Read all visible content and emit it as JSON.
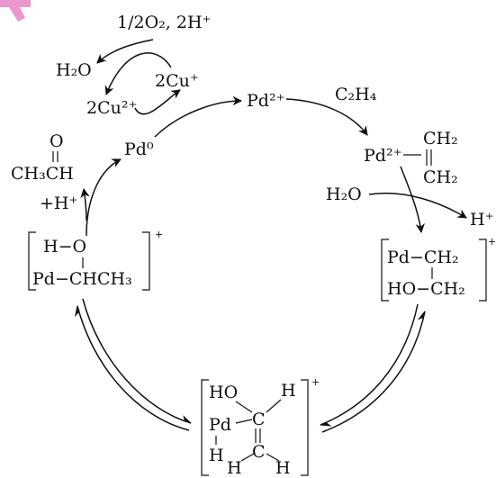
{
  "watermark": {
    "color": "#e98cc8"
  },
  "reagents": {
    "oxygen_proton": "1/2O₂, 2H⁺",
    "water_top": "H₂O",
    "cu_plus": "2Cu⁺",
    "cu_2plus": "2Cu²⁺"
  },
  "nodes": {
    "pd2": "Pd²⁺",
    "ethylene": "C₂H₄",
    "pd0": "Pd⁰",
    "acetaldehyde_o": "O",
    "acetaldehyde_formula": "CH₃CH",
    "acetaldehyde_proton": "+H⁺",
    "pi_complex_pd": "Pd²⁺",
    "pi_complex_ch2_top": "CH₂",
    "pi_complex_ch2_bottom": "CH₂",
    "water_right": "H₂O",
    "proton_right": "H⁺"
  },
  "intermediates": {
    "left": {
      "line1": "H−O",
      "line2": "Pd−CHCH₃",
      "charge": "+"
    },
    "right": {
      "line1": "Pd−CH₂",
      "line2": "HO−CH₂",
      "charge": "+"
    },
    "bottom": {
      "ho": "HO",
      "h_top": "H",
      "c_top": "C",
      "pd": "Pd",
      "c_bottom": "C",
      "h_left": "H",
      "h_bottom_left": "H",
      "h_bottom_right": "H",
      "charge": "+"
    }
  }
}
